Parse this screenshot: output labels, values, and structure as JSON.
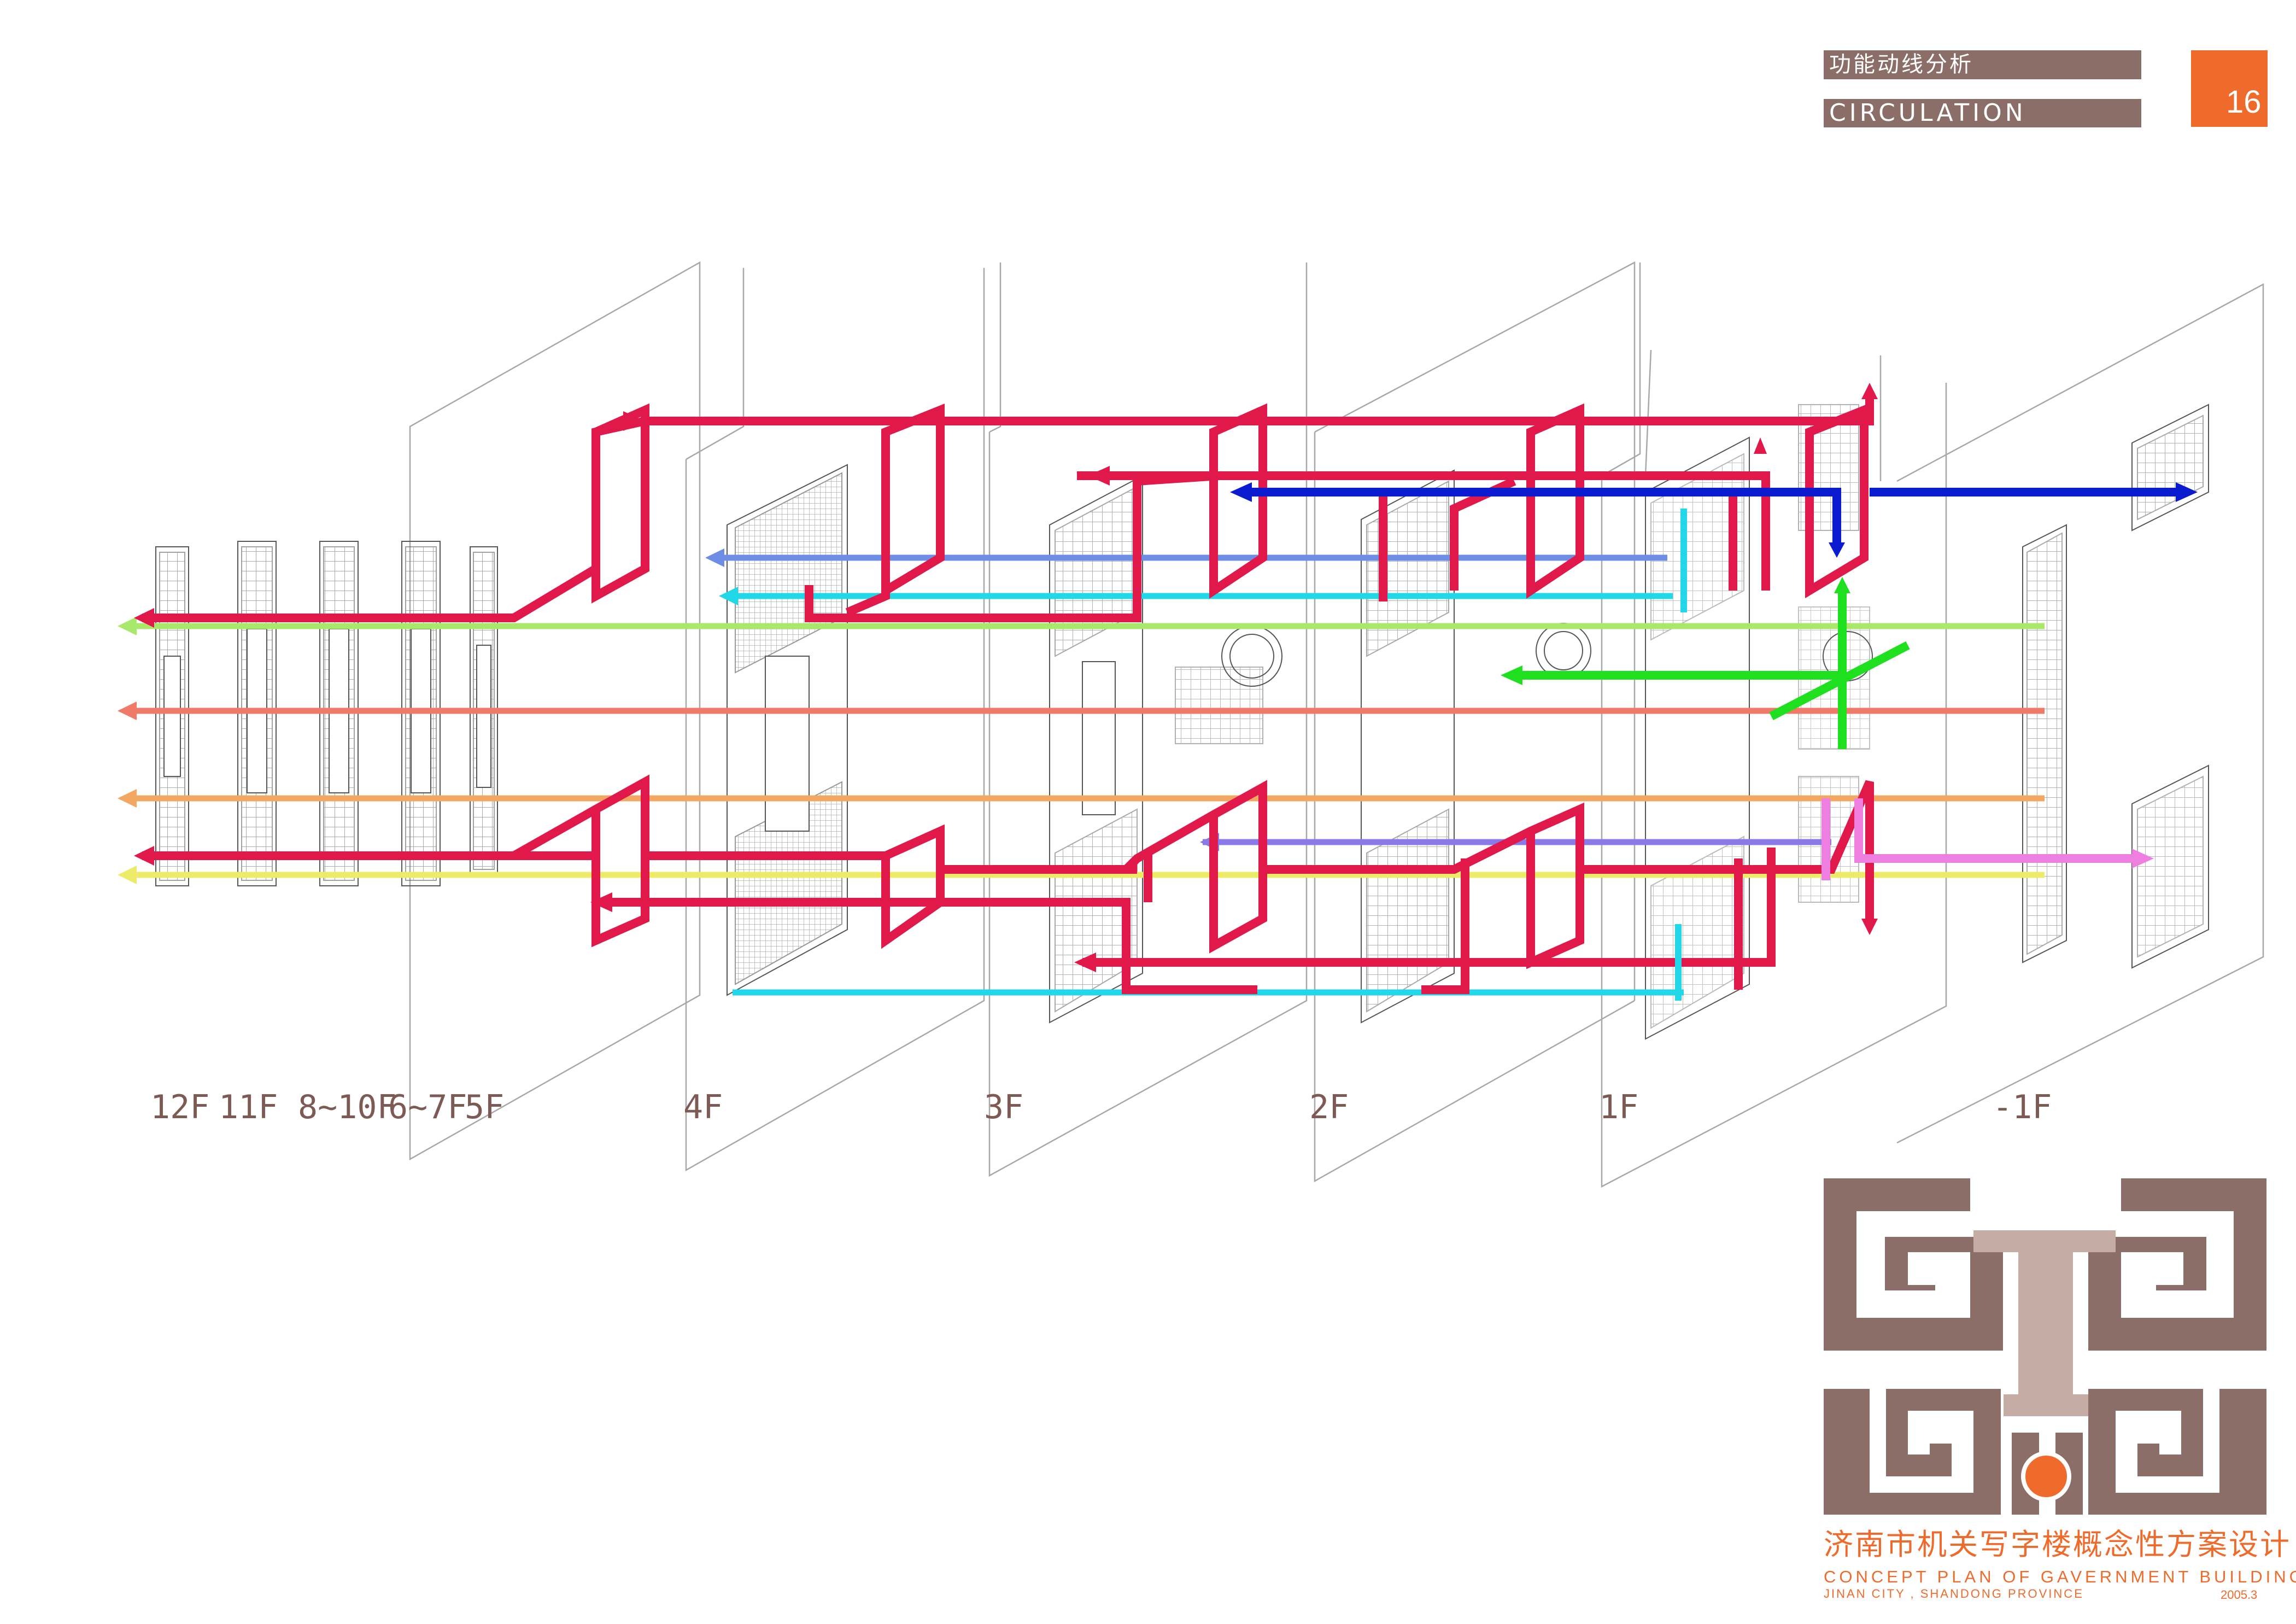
{
  "header": {
    "title_cn": "功能动线分析",
    "title_en": "CIRCULATION",
    "page_number": "16"
  },
  "floors": [
    {
      "key": "12f",
      "label": "12F"
    },
    {
      "key": "11f",
      "label": "11F"
    },
    {
      "key": "8-10f",
      "label": "8~10F"
    },
    {
      "key": "6-7f",
      "label": "6~7F"
    },
    {
      "key": "5f",
      "label": "5F"
    },
    {
      "key": "4f",
      "label": "4F"
    },
    {
      "key": "3f",
      "label": "3F"
    },
    {
      "key": "2f",
      "label": "2F"
    },
    {
      "key": "1f",
      "label": "1F"
    },
    {
      "key": "b1f",
      "label": "-1F"
    }
  ],
  "colors": {
    "header_bar": "#8b6e67",
    "page_badge": "#ee6b2c",
    "logo_dark": "#8b6e67",
    "logo_light": "#c5aca4",
    "logo_dot": "#ee6b2c",
    "circulation_main": "#e0194a",
    "circulation_blue": "#0a1bd0",
    "circulation_green": "#1ee01e",
    "circulation_cyan": "#22d8e8",
    "circulation_violet": "#8a7ae8",
    "circulation_pink": "#ee7ee0",
    "circulation_salmon": "#f07a6a",
    "circulation_orange": "#f2a862",
    "circulation_yellow": "#ecec6a",
    "circulation_lime": "#a8e86a"
  },
  "footer": {
    "title_cn": "济南市机关写字楼概念性方案设计",
    "title_en": "CONCEPT PLAN OF GAVERNMENT BUILDING",
    "location": "JINAN CITY , SHANDONG PROVINCE",
    "date": "2005.3"
  }
}
